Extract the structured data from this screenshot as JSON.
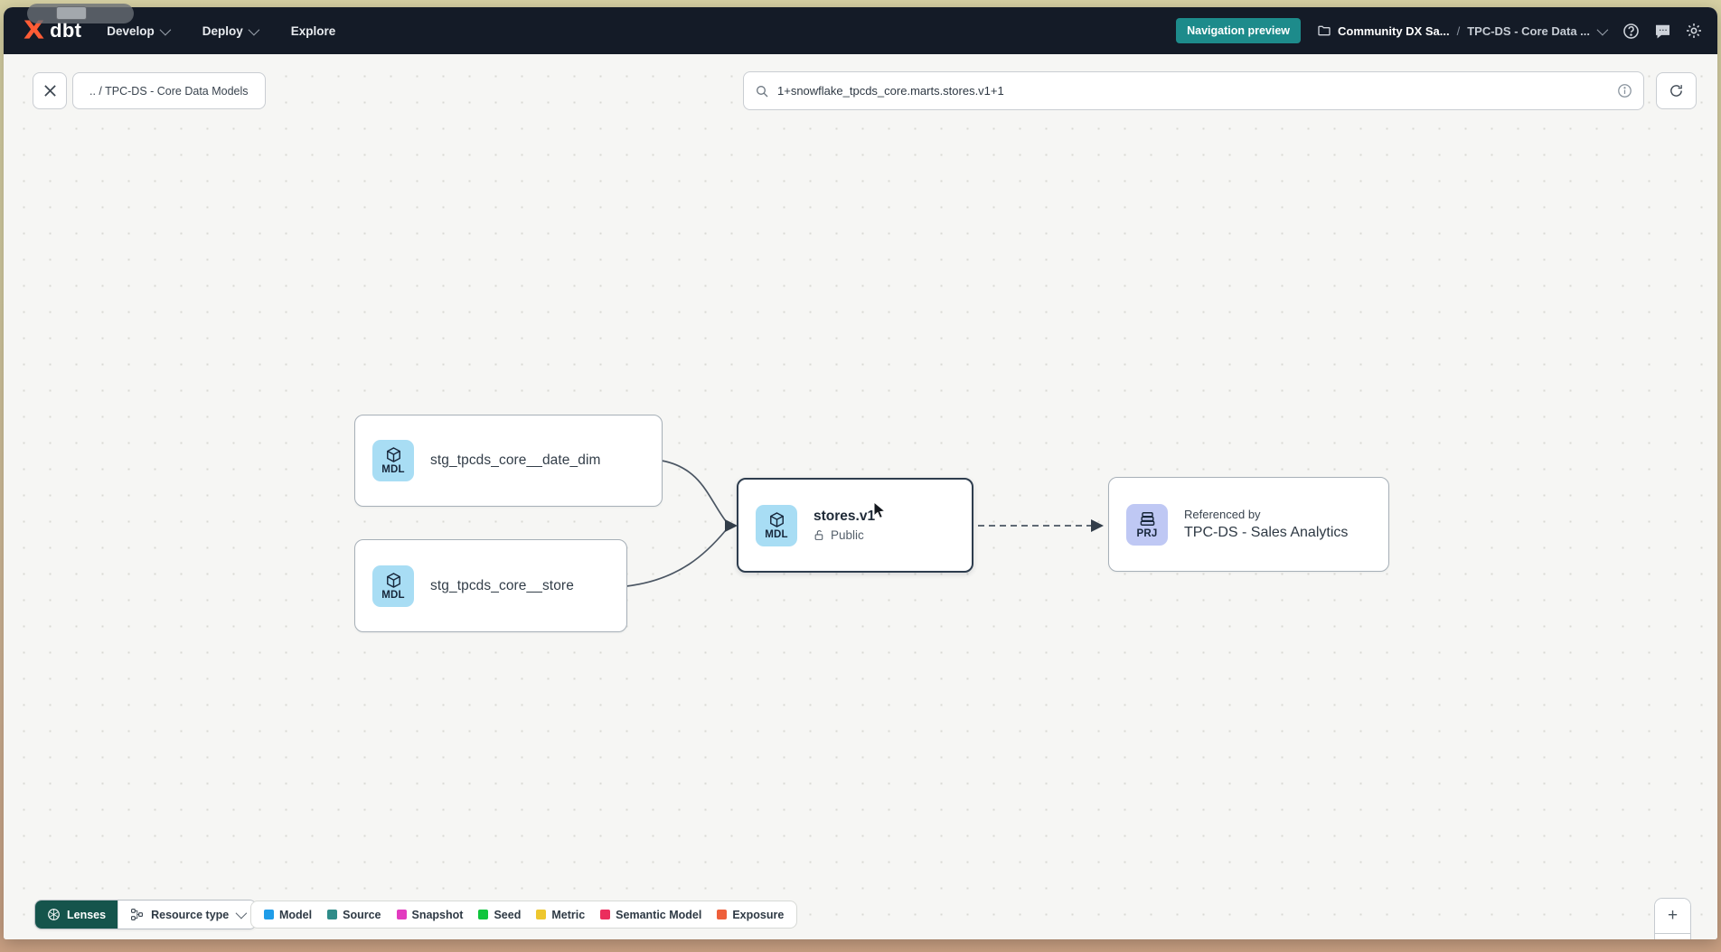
{
  "header": {
    "logo_text": "dbt",
    "nav": [
      {
        "label": "Develop"
      },
      {
        "label": "Deploy"
      },
      {
        "label": "Explore"
      }
    ],
    "navigation_preview_label": "Navigation preview",
    "breadcrumb": {
      "account": "Community DX Sa...",
      "separator": "/",
      "project": "TPC-DS - Core Data ..."
    }
  },
  "toolbar": {
    "path_chip": ".. / TPC-DS - Core Data Models",
    "search": {
      "value": "1+snowflake_tpcds_core.marts.stores.v1+1"
    }
  },
  "graph": {
    "nodes": [
      {
        "badge": "MDL",
        "label": "stg_tpcds_core__date_dim"
      },
      {
        "badge": "MDL",
        "label": "stg_tpcds_core__store"
      },
      {
        "badge": "MDL",
        "label": "stores.v1",
        "sublabel": "Public",
        "selected": true
      },
      {
        "badge": "PRJ",
        "label": "TPC-DS - Sales Analytics",
        "sublabel": "Referenced by"
      }
    ]
  },
  "footer": {
    "lenses_label": "Lenses",
    "resource_type_label": "Resource type",
    "legend": [
      {
        "label": "Model",
        "color": "#1f9ce8"
      },
      {
        "label": "Source",
        "color": "#2f8c89"
      },
      {
        "label": "Snapshot",
        "color": "#e23bbf"
      },
      {
        "label": "Seed",
        "color": "#10c53c"
      },
      {
        "label": "Metric",
        "color": "#eec72e"
      },
      {
        "label": "Semantic Model",
        "color": "#eb2d5d"
      },
      {
        "label": "Exposure",
        "color": "#ee5f3b"
      }
    ]
  },
  "zoom_controls": {
    "zoom_in": "+",
    "zoom_out": "−"
  },
  "colors": {
    "header_bg": "#141b27",
    "accent_teal_badge": "#1d8b8b",
    "lenses_bg": "#15544c",
    "brand_orange": "#ff5c35",
    "mdl_badge_bg": "#a8ddf4",
    "prj_badge_bg": "#bfc8f4",
    "selected_border": "#2e3d4e"
  }
}
